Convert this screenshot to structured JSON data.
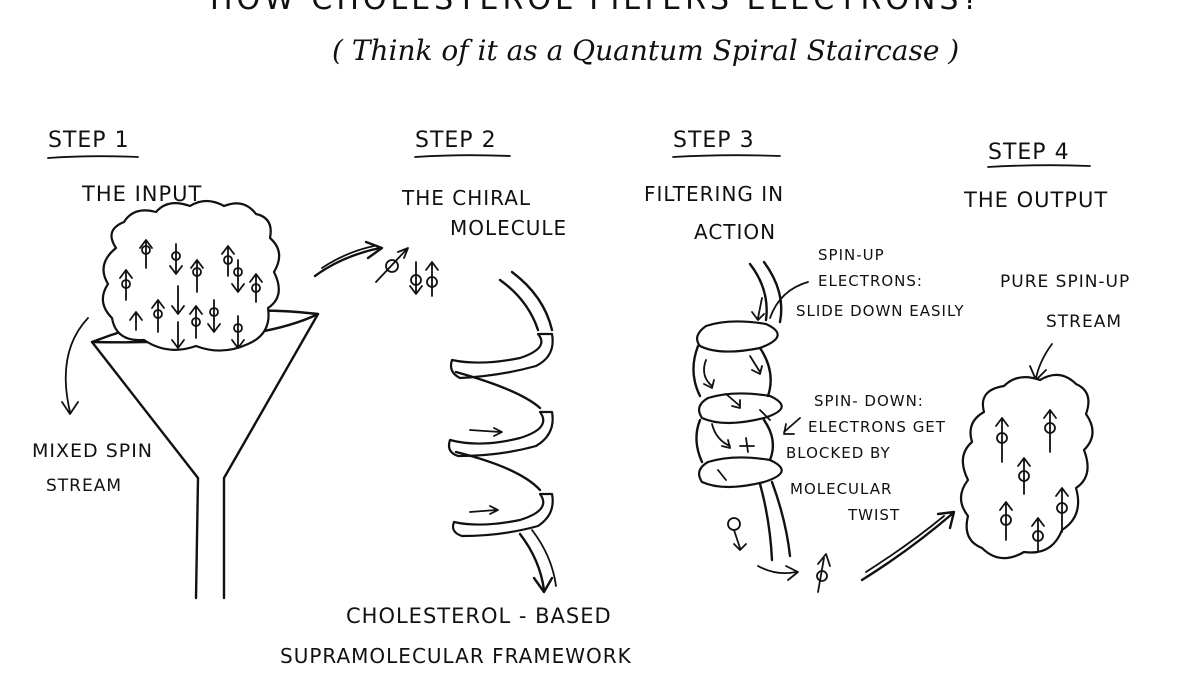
{
  "title": "HOW CHOLESTEROL FILTERS ELECTRONS?",
  "subtitle": "( Think of it as a Quantum Spiral Staircase )",
  "steps": [
    {
      "step_label": "STEP 1",
      "heading": [
        "THE INPUT"
      ]
    },
    {
      "step_label": "STEP 2",
      "heading": [
        "THE CHIRAL",
        "MOLECULE"
      ]
    },
    {
      "step_label": "STEP 3",
      "heading": [
        "FILTERING IN",
        "ACTION"
      ]
    },
    {
      "step_label": "STEP 4",
      "heading": [
        "THE OUTPUT"
      ]
    }
  ],
  "labels": {
    "mixed_spin": [
      "MIXED SPIN",
      "STREAM"
    ],
    "framework": [
      "CHOLESTEROL - BASED",
      "SUPRAMOLECULAR FRAMEWORK"
    ],
    "spin_up": [
      "SPIN-UP",
      "ELECTRONS:",
      "SLIDE DOWN EASILY"
    ],
    "spin_down": [
      "SPIN- DOWN:",
      "ELECTRONS GET",
      "BLOCKED BY",
      "MOLECULAR",
      "TWIST"
    ],
    "pure_stream": [
      "PURE SPIN-UP",
      "STREAM"
    ]
  }
}
